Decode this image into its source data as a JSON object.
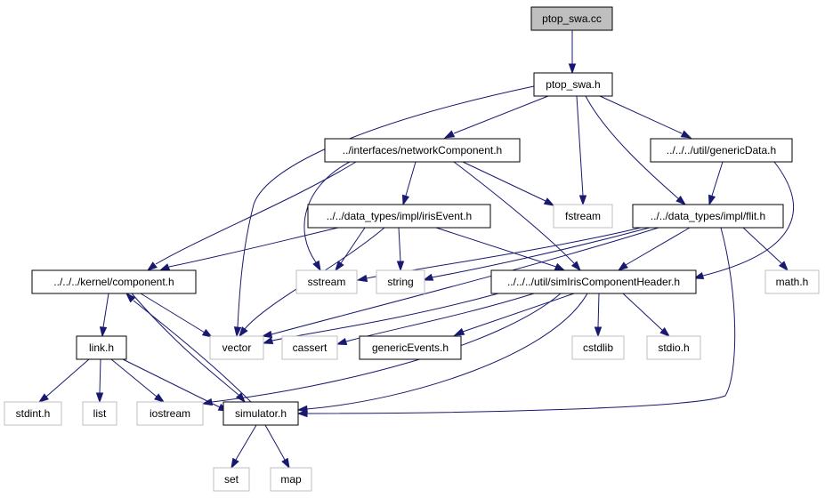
{
  "colors": {
    "edge": "#191970",
    "root_fill": "#bfbfbf",
    "node_fill": "#ffffff",
    "node_border": "#000000",
    "system_border": "#bfbfbf"
  },
  "nodes": {
    "root": {
      "label": "ptop_swa.cc"
    },
    "ptop_swa_h": {
      "label": "ptop_swa.h"
    },
    "network_component": {
      "label": "../interfaces/networkComponent.h"
    },
    "generic_data": {
      "label": "../../../util/genericData.h"
    },
    "iris_event": {
      "label": "../../data_types/impl/irisEvent.h"
    },
    "fstream": {
      "label": "fstream"
    },
    "flit": {
      "label": "../../data_types/impl/flit.h"
    },
    "component": {
      "label": "../../../kernel/component.h"
    },
    "sstream": {
      "label": "sstream"
    },
    "string": {
      "label": "string"
    },
    "sim_iris": {
      "label": "../../../util/simIrisComponentHeader.h"
    },
    "math": {
      "label": "math.h"
    },
    "link": {
      "label": "link.h"
    },
    "vector": {
      "label": "vector"
    },
    "cassert": {
      "label": "cassert"
    },
    "generic_events": {
      "label": "genericEvents.h"
    },
    "cstdlib": {
      "label": "cstdlib"
    },
    "stdio": {
      "label": "stdio.h"
    },
    "stdint": {
      "label": "stdint.h"
    },
    "list": {
      "label": "list"
    },
    "iostream": {
      "label": "iostream"
    },
    "simulator": {
      "label": "simulator.h"
    },
    "set": {
      "label": "set"
    },
    "map": {
      "label": "map"
    }
  }
}
